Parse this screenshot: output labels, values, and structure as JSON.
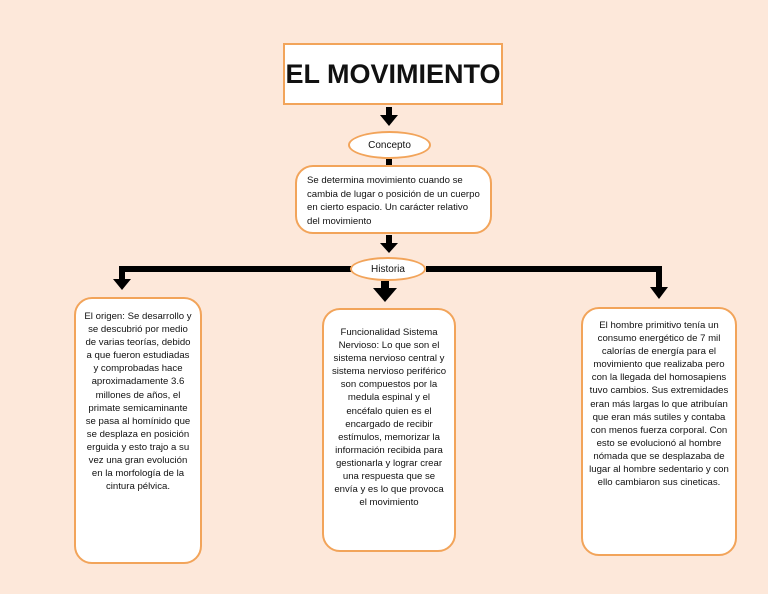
{
  "title": "EL MOVIMIENTO",
  "concept_label": "Concepto",
  "concept_text": "Se determina movimiento cuando se cambia de lugar o posición de un cuerpo  en cierto espacio. Un carácter relativo del movimiento",
  "history_label": "Historia",
  "history_items": [
    "El origen: Se desarrollo y se descubrió por medio de varias teorías, debido a que fueron estudiadas y comprobadas hace aproximadamente 3.6 millones de años, el primate semicaminante se pasa al homínido que se desplaza en posición erguida y esto trajo a su vez una gran evolución en la morfología de la cintura pélvica.",
    "Funcionalidad Sistema Nervioso: Lo que son el sistema nervioso central y sistema nervioso periférico son compuestos por la medula espinal y el encéfalo quien es el encargado de recibir estímulos, memorizar la información recibida para gestionarla y lograr crear una respuesta que se envía y es lo que provoca el movimiento",
    "El hombre primitivo tenía un consumo energético de  7 mil calorías de energía para el movimiento que realizaba pero con la llegada del homosapiens tuvo cambios. Sus extremidades eran más largas lo que atribuían que eran más sutiles y contaba con menos fuerza corporal. Con esto se evolucionó al hombre nómada que se desplazaba de lugar al hombre sedentario y con ello cambiaron sus cineticas."
  ],
  "colors": {
    "background": "#fde8da",
    "border": "#f2a45a",
    "connector": "#000000"
  }
}
